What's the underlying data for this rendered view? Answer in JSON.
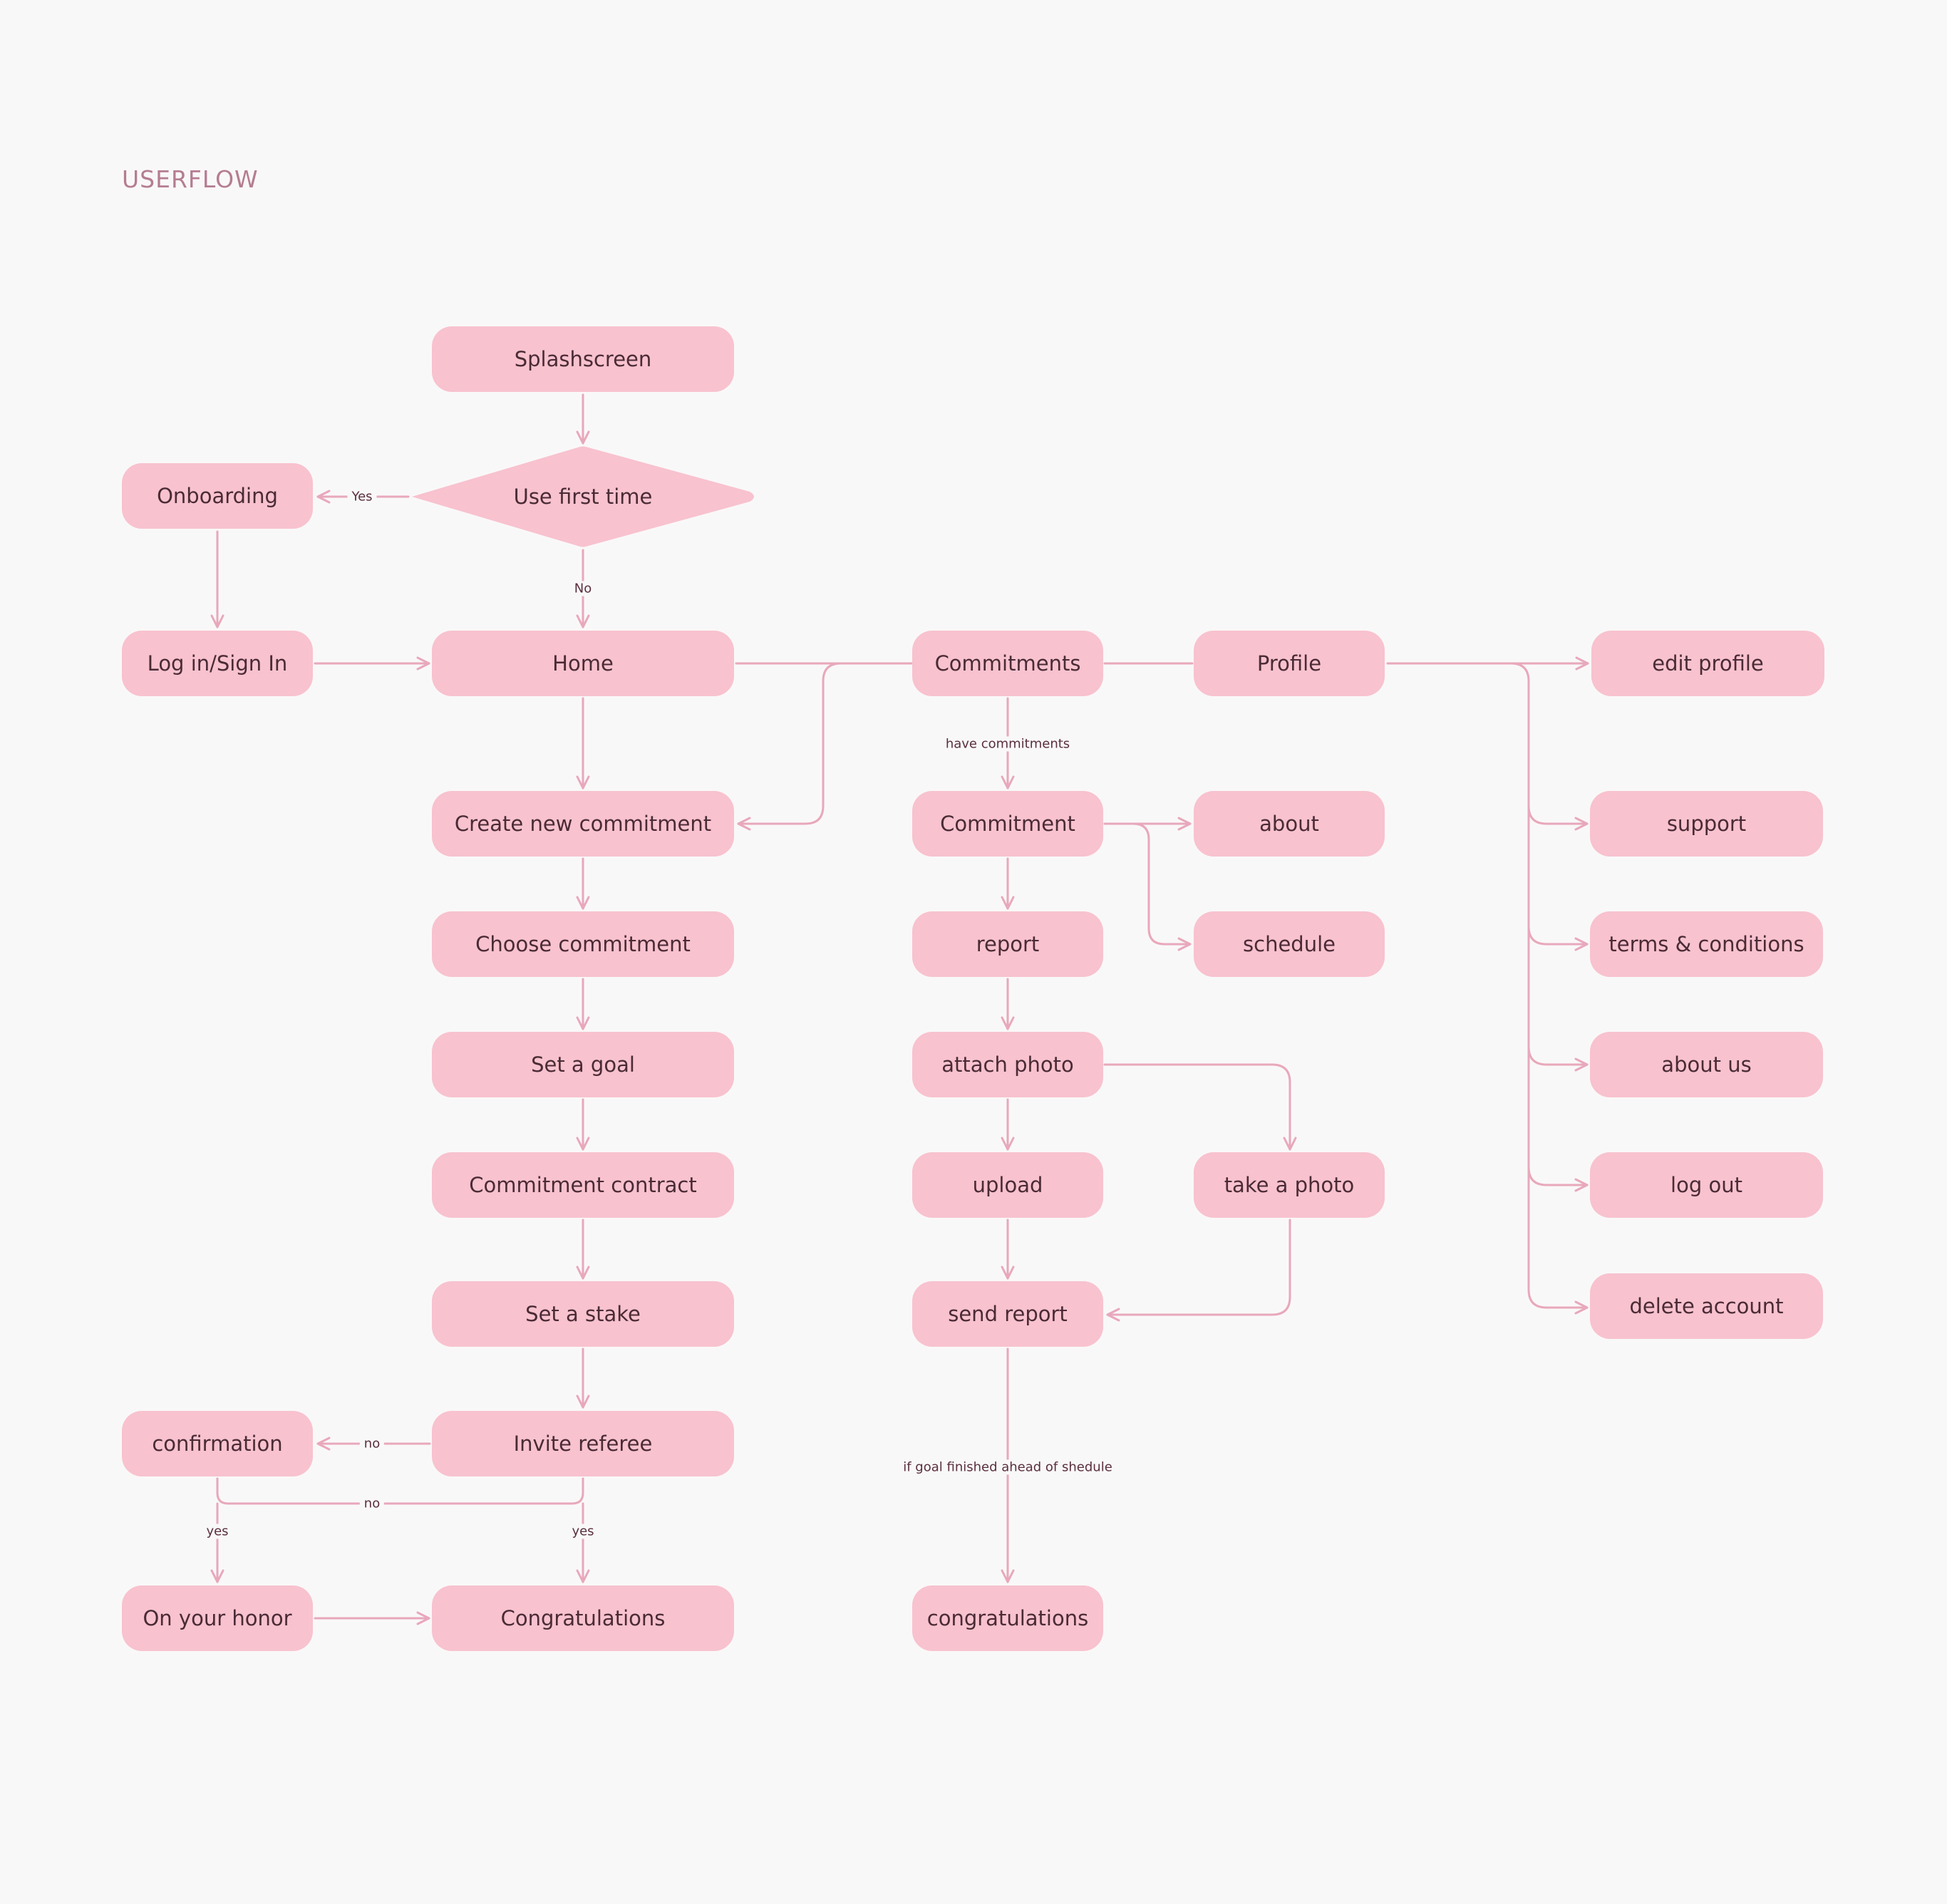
{
  "title": "USERFLOW",
  "nodes": {
    "splashscreen": "Splashscreen",
    "use_first_time": "Use first time",
    "onboarding": "Onboarding",
    "login": "Log in/Sign In",
    "home": "Home",
    "create_new_commitment": "Create new commitment",
    "choose_commitment": "Choose commitment",
    "set_goal": "Set a goal",
    "commitment_contract": "Commitment contract",
    "set_stake": "Set a stake",
    "invite_referee": "Invite referee",
    "confirmation": "confirmation",
    "on_your_honor": "On your honor",
    "congratulations_main": "Congratulations",
    "commitments": "Commitments",
    "commitment": "Commitment",
    "report": "report",
    "attach_photo": "attach photo",
    "upload": "upload",
    "take_photo": "take a photo",
    "send_report": "send report",
    "congratulations_report": "congratulations",
    "about": "about",
    "schedule": "schedule",
    "profile": "Profile",
    "edit_profile": "edit profile",
    "support": "support",
    "terms": "terms & conditions",
    "about_us": "about us",
    "log_out": "log out",
    "delete_account": "delete account"
  },
  "labels": {
    "yes_onboarding": "Yes",
    "no_home": "No",
    "have_commitments": "have commitments",
    "no_confirmation": "no",
    "no_loop": "no",
    "yes_honor": "yes",
    "yes_congrats": "yes",
    "ahead_schedule": "if goal finished ahead of shedule"
  },
  "colors": {
    "node_fill": "#f8c2cf",
    "connector": "#e8a8bb",
    "text": "#4a2b35",
    "title": "#b57d92",
    "background": "#f9f8f8"
  }
}
